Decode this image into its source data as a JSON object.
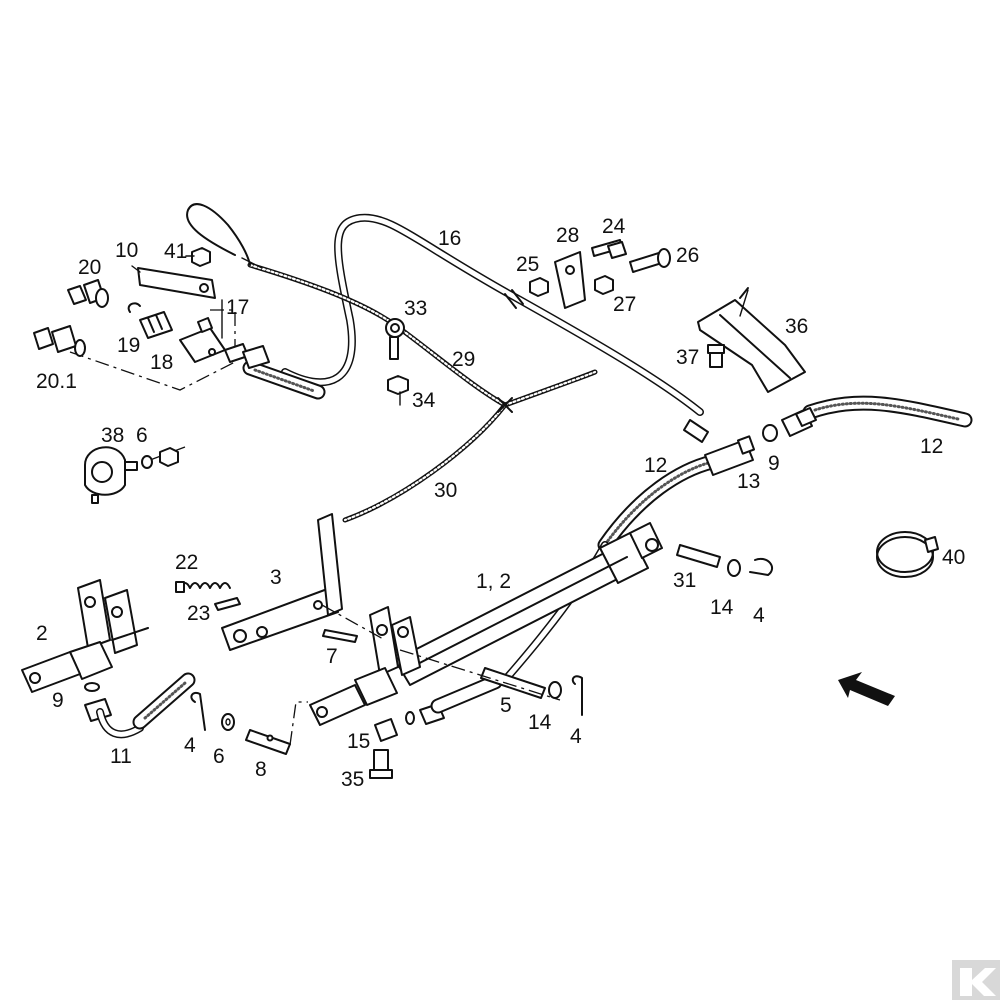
{
  "labels": {
    "p1_2": "1, 2",
    "p2": "2",
    "p3": "3",
    "p4a": "4",
    "p4b": "4",
    "p4c": "4",
    "p5": "5",
    "p6a": "6",
    "p6b": "6",
    "p7": "7",
    "p8": "8",
    "p9a": "9",
    "p9b": "9",
    "p10": "10",
    "p11": "11",
    "p12a": "12",
    "p12b": "12",
    "p13": "13",
    "p14a": "14",
    "p14b": "14",
    "p15": "15",
    "p16": "16",
    "p17": "17",
    "p18": "18",
    "p19": "19",
    "p20": "20",
    "p20_1": "20.1",
    "p22": "22",
    "p23": "23",
    "p24": "24",
    "p25": "25",
    "p26": "26",
    "p27": "27",
    "p28": "28",
    "p29": "29",
    "p30": "30",
    "p31": "31",
    "p33": "33",
    "p34": "34",
    "p35": "35",
    "p36": "36",
    "p37": "37",
    "p38": "38",
    "p40": "40",
    "p41": "41"
  },
  "icons": {
    "direction_arrow": "direction-arrow-icon",
    "watermark": "brand-watermark"
  },
  "colors": {
    "ink": "#111111",
    "paper": "#ffffff"
  }
}
